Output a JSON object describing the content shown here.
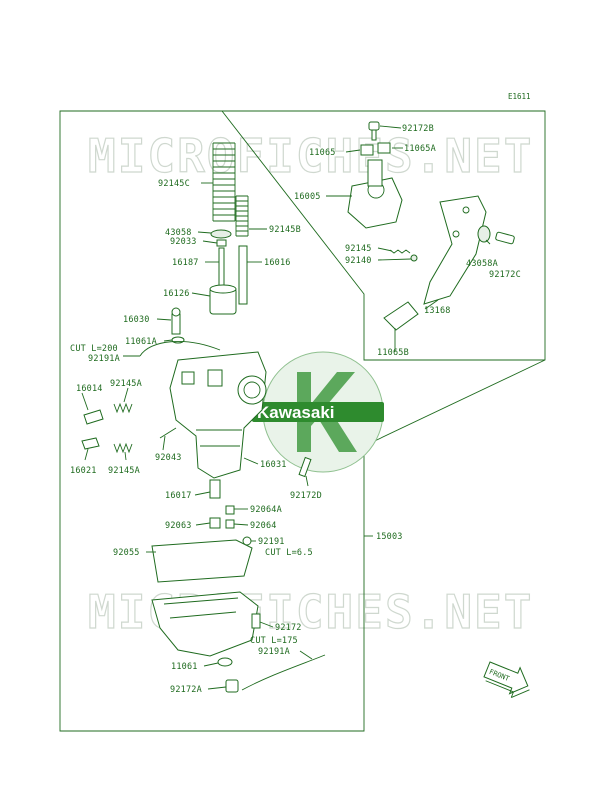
{
  "diagram_code": "E1611",
  "watermark_text": "MICROFICHES.NET",
  "brand_name": "Kawasaki",
  "front_label": "FRONT",
  "colors": {
    "line": "#1f6b1f",
    "watermark": "#cfd8cf",
    "logo": "#2e8b2e"
  },
  "labels": {
    "l92172B": "92172B",
    "l11065": "11065",
    "l11065A": "11065A",
    "l16005": "16005",
    "l92145C": "92145C",
    "l43058": "43058",
    "l92145B": "92145B",
    "l92033": "92033",
    "l16187": "16187",
    "l16016": "16016",
    "l92145": "92145",
    "l92140": "92140",
    "l43058A": "43058A",
    "l92172C": "92172C",
    "l16126": "16126",
    "l16030": "16030",
    "l13168": "13168",
    "l11061A": "11061A",
    "lCutL200": "CUT L=200",
    "l92191A_top": "92191A",
    "l11065B": "11065B",
    "l16014": "16014",
    "l92145A_top": "92145A",
    "l92043": "92043",
    "l16031": "16031",
    "l16021": "16021",
    "l92145A_bot": "92145A",
    "l92172D": "92172D",
    "l16017": "16017",
    "l92064A": "92064A",
    "l92063": "92063",
    "l92064": "92064",
    "l15003": "15003",
    "l92191": "92191",
    "l92055": "92055",
    "lCutL65": "CUT L=6.5",
    "l92172": "92172",
    "lCutL175": "CUT L=175",
    "l92191A_bot": "92191A",
    "l11061": "11061",
    "l92172A": "92172A"
  }
}
